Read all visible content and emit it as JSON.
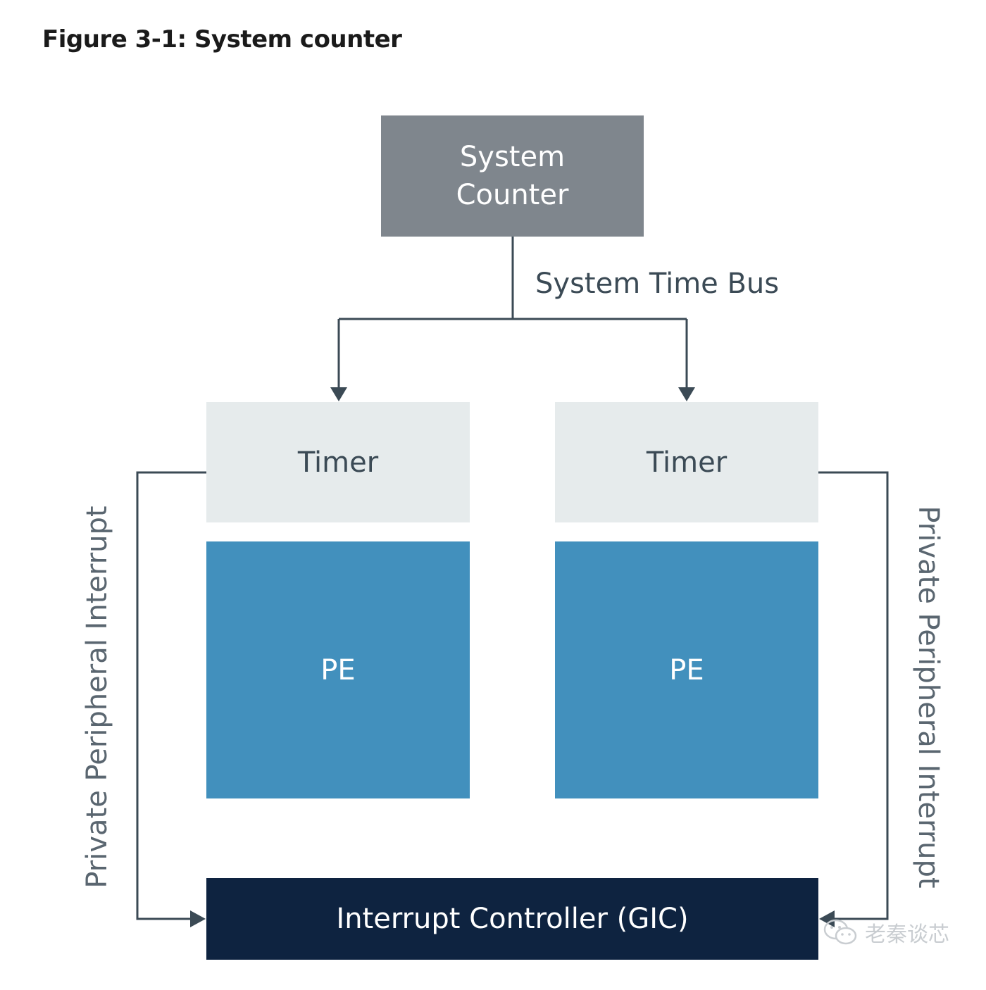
{
  "figure": {
    "title": "Figure 3-1: System counter"
  },
  "blocks": {
    "system_counter": {
      "line1": "System",
      "line2": "Counter"
    },
    "timer_left": "Timer",
    "timer_right": "Timer",
    "pe_left": "PE",
    "pe_right": "PE",
    "gic": "Interrupt Controller (GIC)"
  },
  "labels": {
    "system_time_bus": "System Time Bus",
    "ppi_left": "Private Peripheral Interrupt",
    "ppi_right": "Private Peripheral Interrupt"
  },
  "watermark": {
    "text": "老秦谈芯",
    "icon": "wechat-icon"
  },
  "colors": {
    "system_counter": "#7f868d",
    "timer": "#e6ebec",
    "pe": "#4290bd",
    "gic": "#0e2340",
    "wire": "#3b4a55"
  }
}
